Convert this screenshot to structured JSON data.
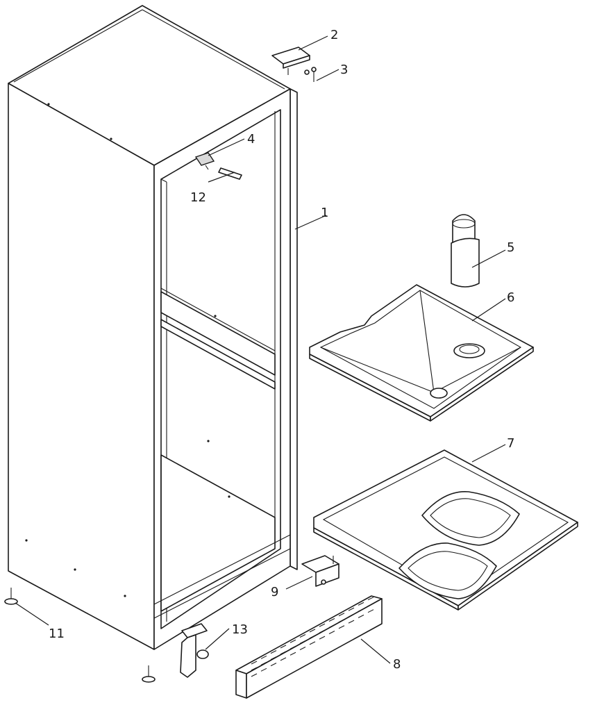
{
  "callouts": [
    {
      "id": "1",
      "label": "1"
    },
    {
      "id": "2",
      "label": "2"
    },
    {
      "id": "3",
      "label": "3"
    },
    {
      "id": "4",
      "label": "4"
    },
    {
      "id": "5",
      "label": "5"
    },
    {
      "id": "6",
      "label": "6"
    },
    {
      "id": "7",
      "label": "7"
    },
    {
      "id": "8",
      "label": "8"
    },
    {
      "id": "9",
      "label": "9"
    },
    {
      "id": "11",
      "label": "11"
    },
    {
      "id": "12",
      "label": "12"
    },
    {
      "id": "13",
      "label": "13"
    }
  ]
}
